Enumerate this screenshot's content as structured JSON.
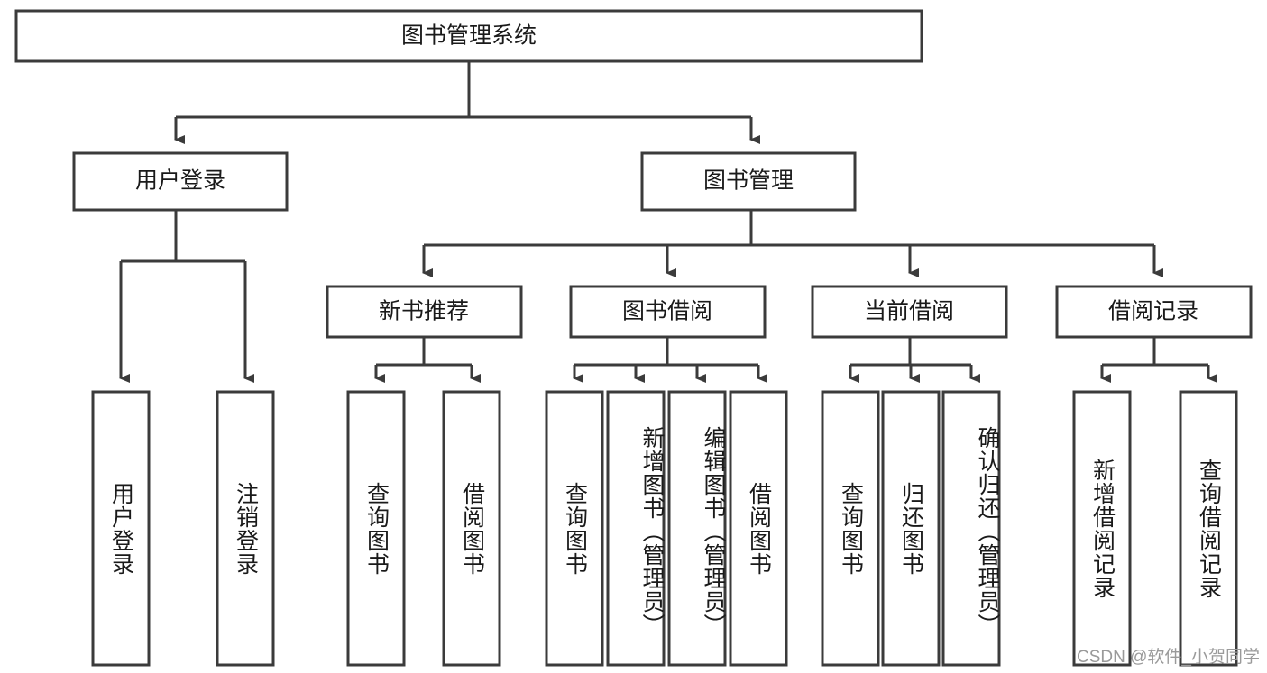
{
  "diagram": {
    "type": "tree-hierarchy-chart",
    "title": "图书管理系统",
    "orientation": "top-down",
    "colors": {
      "background": "#ffffff",
      "box_fill": "#ffffff",
      "box_stroke": "#3b3b3b",
      "text": "#1a1a1a",
      "watermark": "#9a9a9a"
    },
    "root": {
      "label": "图书管理系统"
    },
    "level2": [
      {
        "label": "用户登录"
      },
      {
        "label": "图书管理"
      }
    ],
    "level3": [
      {
        "label": "新书推荐"
      },
      {
        "label": "图书借阅"
      },
      {
        "label": "当前借阅"
      },
      {
        "label": "借阅记录"
      }
    ],
    "leaves": {
      "user_login": [
        {
          "label": "用户登录"
        },
        {
          "label": "注销登录"
        }
      ],
      "new_book_recommend": [
        {
          "label": "查询图书"
        },
        {
          "label": "借阅图书"
        }
      ],
      "book_borrow": [
        {
          "label": "查询图书"
        },
        {
          "label": "新增图书（管理员）"
        },
        {
          "label": "编辑图书（管理员）"
        },
        {
          "label": "借阅图书"
        }
      ],
      "current_borrow": [
        {
          "label": "查询图书"
        },
        {
          "label": "归还图书"
        },
        {
          "label": "确认归还（管理员）"
        }
      ],
      "borrow_record": [
        {
          "label": "新增借阅记录"
        },
        {
          "label": "查询借阅记录"
        }
      ]
    }
  },
  "watermark": {
    "text": "CSDN @软件_小贺同学"
  }
}
